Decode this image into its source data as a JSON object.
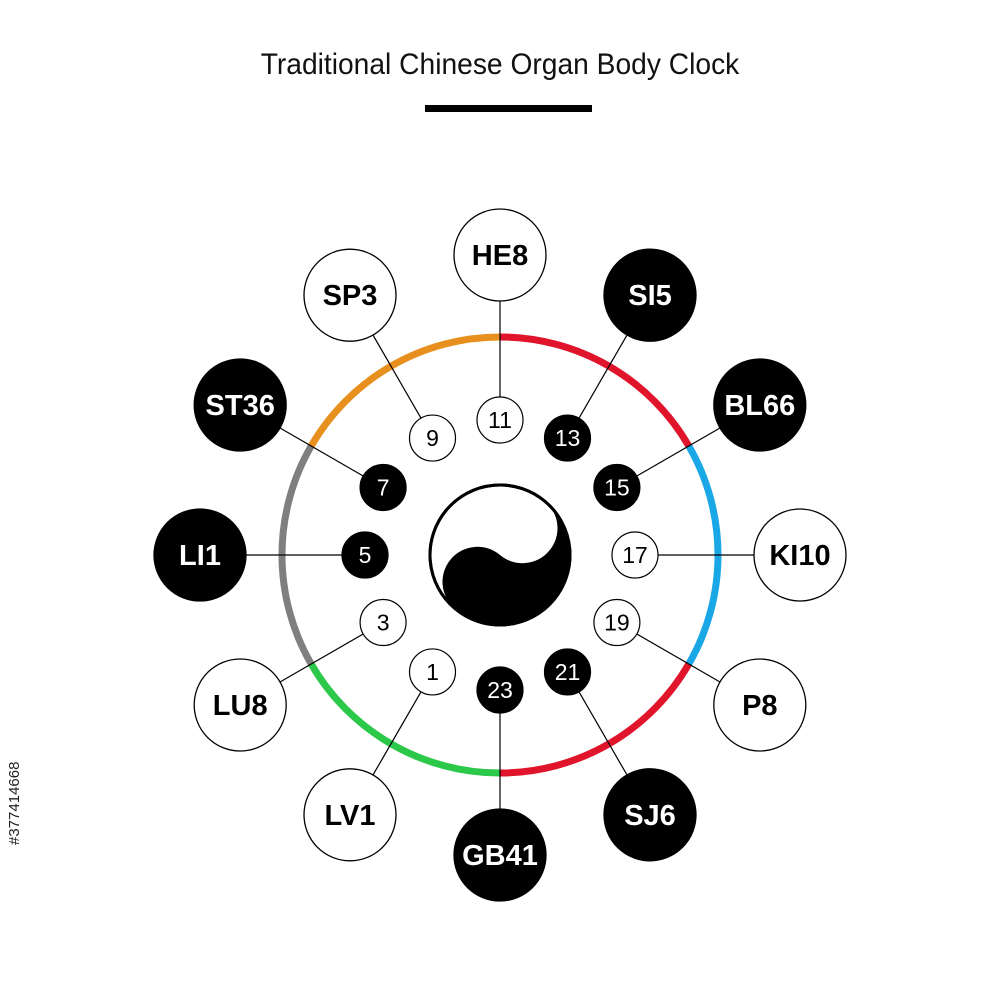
{
  "title": "Traditional Chinese Organ Body Clock",
  "stock_id": "#377414668",
  "center_icon": "yin-yang-icon",
  "colors": {
    "orange": "#e8901e",
    "red": "#e0142a",
    "blue": "#1aa7e6",
    "gray": "#7f7f7f",
    "green": "#2cc84a",
    "black": "#000000",
    "white": "#ffffff"
  },
  "arc_segments": [
    {
      "color": "red"
    },
    {
      "color": "blue"
    },
    {
      "color": "red"
    },
    {
      "color": "green"
    },
    {
      "color": "gray"
    },
    {
      "color": "orange"
    }
  ],
  "points": [
    {
      "label": "HE8",
      "hour": "11",
      "fill": "white"
    },
    {
      "label": "SI5",
      "hour": "13",
      "fill": "black"
    },
    {
      "label": "BL66",
      "hour": "15",
      "fill": "black"
    },
    {
      "label": "KI10",
      "hour": "17",
      "fill": "white"
    },
    {
      "label": "P8",
      "hour": "19",
      "fill": "white"
    },
    {
      "label": "SJ6",
      "hour": "21",
      "fill": "black"
    },
    {
      "label": "GB41",
      "hour": "23",
      "fill": "black"
    },
    {
      "label": "LV1",
      "hour": "1",
      "fill": "white"
    },
    {
      "label": "LU8",
      "hour": "3",
      "fill": "white"
    },
    {
      "label": "LI1",
      "hour": "5",
      "fill": "black"
    },
    {
      "label": "ST36",
      "hour": "7",
      "fill": "black"
    },
    {
      "label": "SP3",
      "hour": "9",
      "fill": "white"
    }
  ]
}
